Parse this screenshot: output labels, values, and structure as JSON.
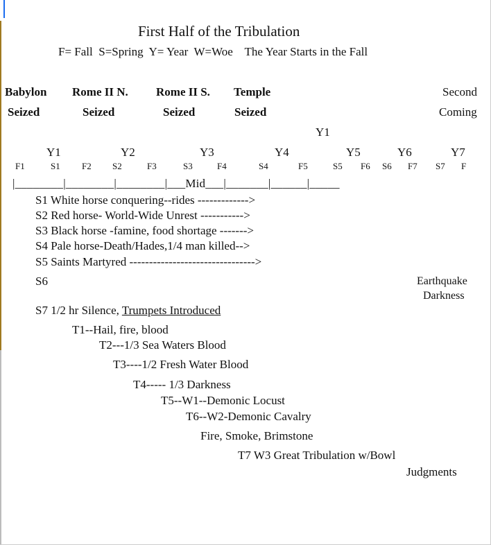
{
  "title": "First Half of the Tribulation",
  "legend": "F= Fall  S=Spring  Y= Year  W=Woe    The Year Starts in the Fall",
  "headers": [
    {
      "top": "Babylon",
      "bottom": "Seized"
    },
    {
      "top": "Rome II N.",
      "bottom": "Seized"
    },
    {
      "top": "Rome II S.",
      "bottom": "Seized"
    },
    {
      "top": "Temple",
      "bottom": "Seized"
    },
    {
      "top": "Second",
      "bottom": "Coming"
    }
  ],
  "y1_top": "Y1",
  "years": [
    "Y1",
    "Y2",
    "Y3",
    "Y4",
    "Y5",
    "Y6",
    "Y7"
  ],
  "seasons": [
    "F1",
    "S1",
    "F2",
    "S2",
    "F3",
    "S3",
    "F4",
    "S4",
    "F5",
    "S5",
    "F6",
    "S6",
    "F7",
    "S7",
    "F"
  ],
  "timeline": "|________|________|________|___Mid___|_______|______|_____",
  "seals": [
    "S1 White horse conquering--rides ------------->",
    "S2 Red horse- World-Wide Unrest ----------->",
    "S3 Black horse -famine, food shortage ------->",
    "S4 Pale horse-Death/Hades,1/4 man killed-->",
    "S5 Saints Martyred -------------------------------->",
    "S6"
  ],
  "s6_note": [
    "Earthquake",
    "Darkness"
  ],
  "s7_prefix": "S7 1/2 hr Silence, ",
  "s7_link": "Trumpets Introduced",
  "trumpets": [
    "T1--Hail, fire, blood",
    "T2---1/3 Sea Waters Blood",
    "T3----1/2 Fresh Water Blood",
    "T4----- 1/3 Darkness",
    "T5--W1--Demonic Locust",
    "T6--W2-Demonic Cavalry",
    "Fire, Smoke, Brimstone",
    "T7 W3 Great Tribulation w/Bowl"
  ],
  "judgments": "Judgments"
}
